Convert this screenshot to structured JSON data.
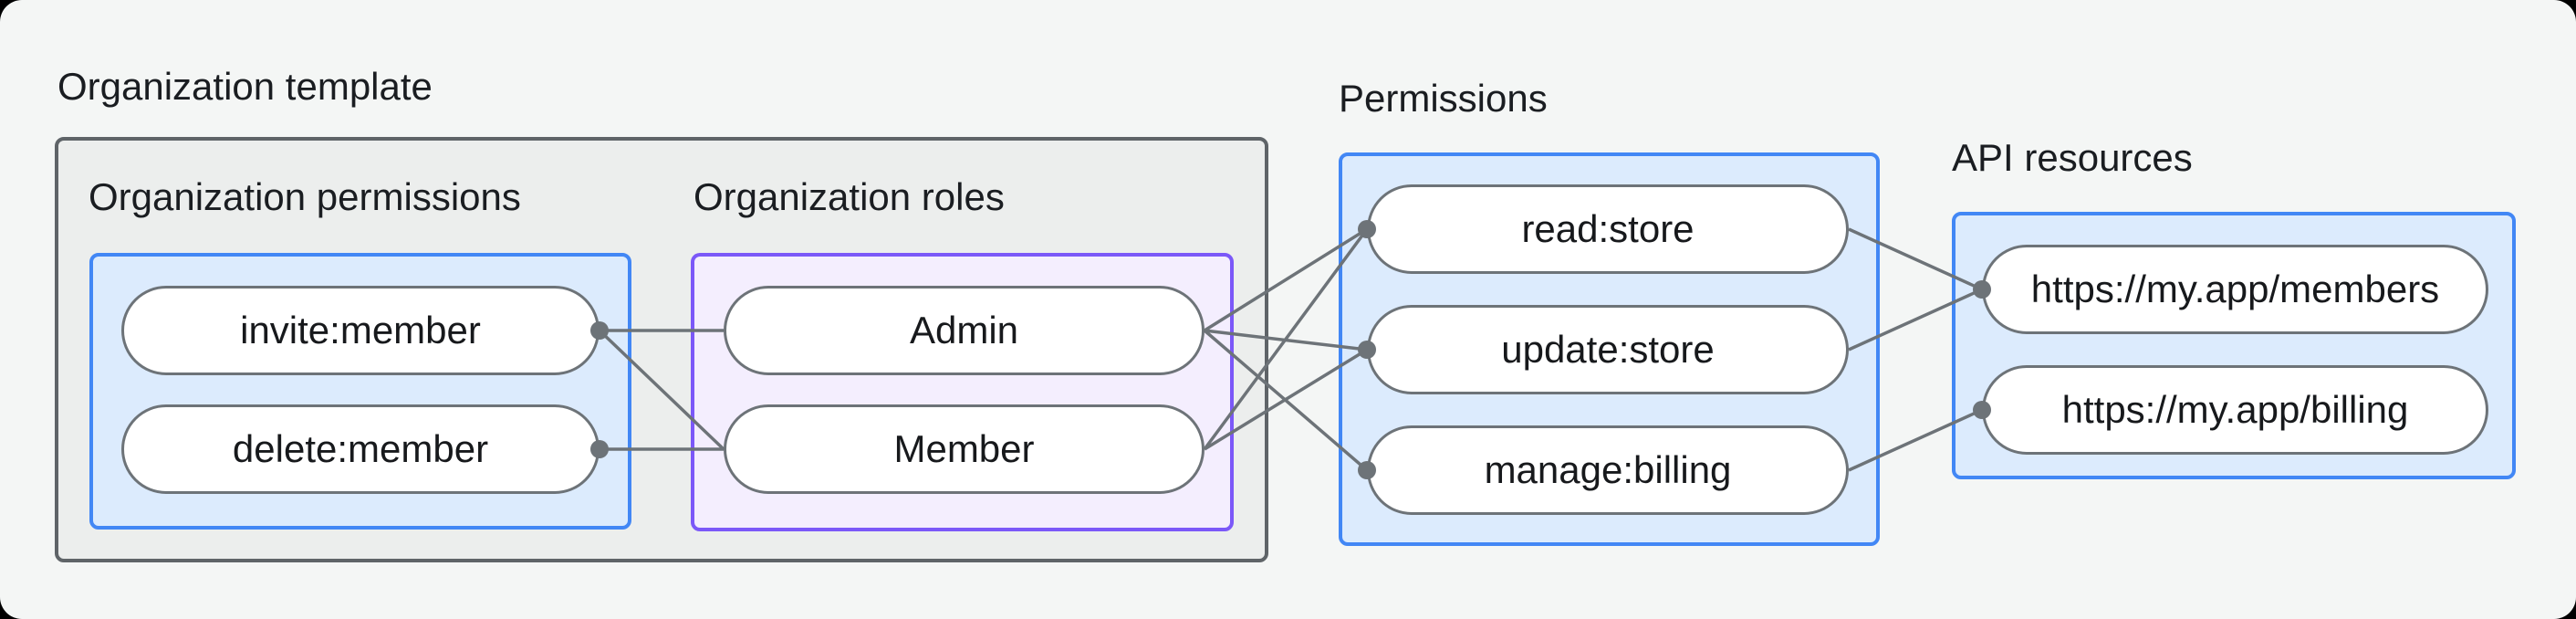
{
  "diagram": {
    "title": "Organization template",
    "groups": {
      "org_permissions": {
        "label": "Organization permissions",
        "items": [
          "invite:member",
          "delete:member"
        ]
      },
      "org_roles": {
        "label": "Organization roles",
        "items": [
          "Admin",
          "Member"
        ]
      },
      "permissions": {
        "label": "Permissions",
        "items": [
          "read:store",
          "update:store",
          "manage:billing"
        ]
      },
      "api_resources": {
        "label": "API resources",
        "items": [
          "https://my.app/members",
          "https://my.app/billing"
        ]
      }
    },
    "connections": [
      {
        "from": "invite:member",
        "to": "Admin"
      },
      {
        "from": "invite:member",
        "to": "Member"
      },
      {
        "from": "delete:member",
        "to": "Member"
      },
      {
        "from": "Admin",
        "to": "read:store"
      },
      {
        "from": "Admin",
        "to": "update:store"
      },
      {
        "from": "Admin",
        "to": "manage:billing"
      },
      {
        "from": "Member",
        "to": "read:store"
      },
      {
        "from": "Member",
        "to": "update:store"
      },
      {
        "from": "read:store",
        "to": "https://my.app/members"
      },
      {
        "from": "update:store",
        "to": "https://my.app/members"
      },
      {
        "from": "manage:billing",
        "to": "https://my.app/billing"
      }
    ],
    "colors": {
      "background": "#f4f6f5",
      "outer_box_fill": "#eceeed",
      "outer_box_border": "#5f6468",
      "blue_fill": "#dcebfd",
      "blue_border": "#4287f5",
      "purple_fill": "#f4eefe",
      "purple_border": "#7b58f8",
      "node_fill": "#ffffff",
      "node_border": "#6d7378",
      "edge": "#6d7378",
      "text": "#1a1d21"
    }
  }
}
